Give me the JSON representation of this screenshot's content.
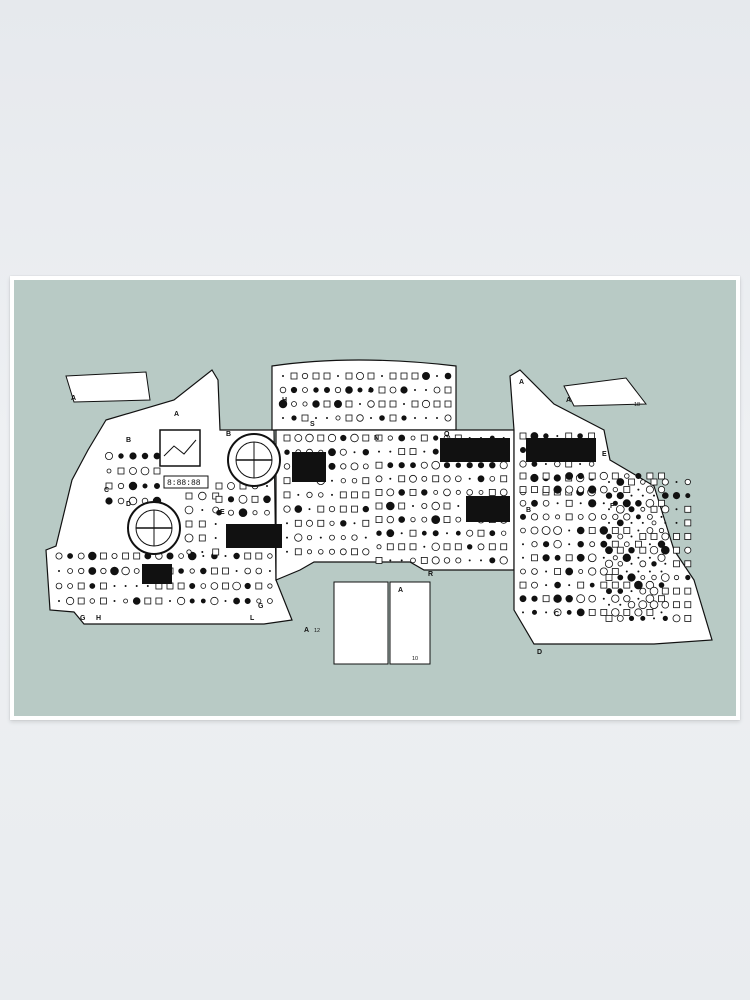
{
  "poster": {
    "background_color": "#b8cac5",
    "panel_color": "#ffffff",
    "ink_color": "#111111",
    "frame_color": "#ffffff"
  },
  "panel_letters": {
    "a_left_small": "A",
    "a_left_wing": "A",
    "b_left_wing": "B",
    "c_left_wing": "C",
    "d_left_wing": "D",
    "b_left_center": "B",
    "e_left_center": "E",
    "g_lower_left": "G",
    "h_lower_left": "H",
    "l_lower_left": "L",
    "g_mid_left": "G",
    "h_top_center": "H",
    "s_top_center": "S",
    "a_top_center": "A",
    "q_center": "Q",
    "n_center": "N",
    "r_center": "R",
    "a_center_right": "A",
    "a_right_small": "A",
    "a_right_wing": "A",
    "e_right_wing": "E",
    "b_right_wing": "B",
    "f_right_wing": "F",
    "c_right_wing": "C",
    "d_right_wing": "D",
    "a_lower_center": "A",
    "a_lower_right": "A"
  },
  "display_readouts": {
    "clock_left": "8:88:88",
    "small_right_panel": "18",
    "lower_center_number": "10",
    "lower_center_small": "12"
  },
  "icons": {
    "dial": "round-gauge-icon",
    "toggle": "toggle-switch-icon",
    "screw": "screw-icon",
    "warning_light": "warning-light-icon"
  }
}
